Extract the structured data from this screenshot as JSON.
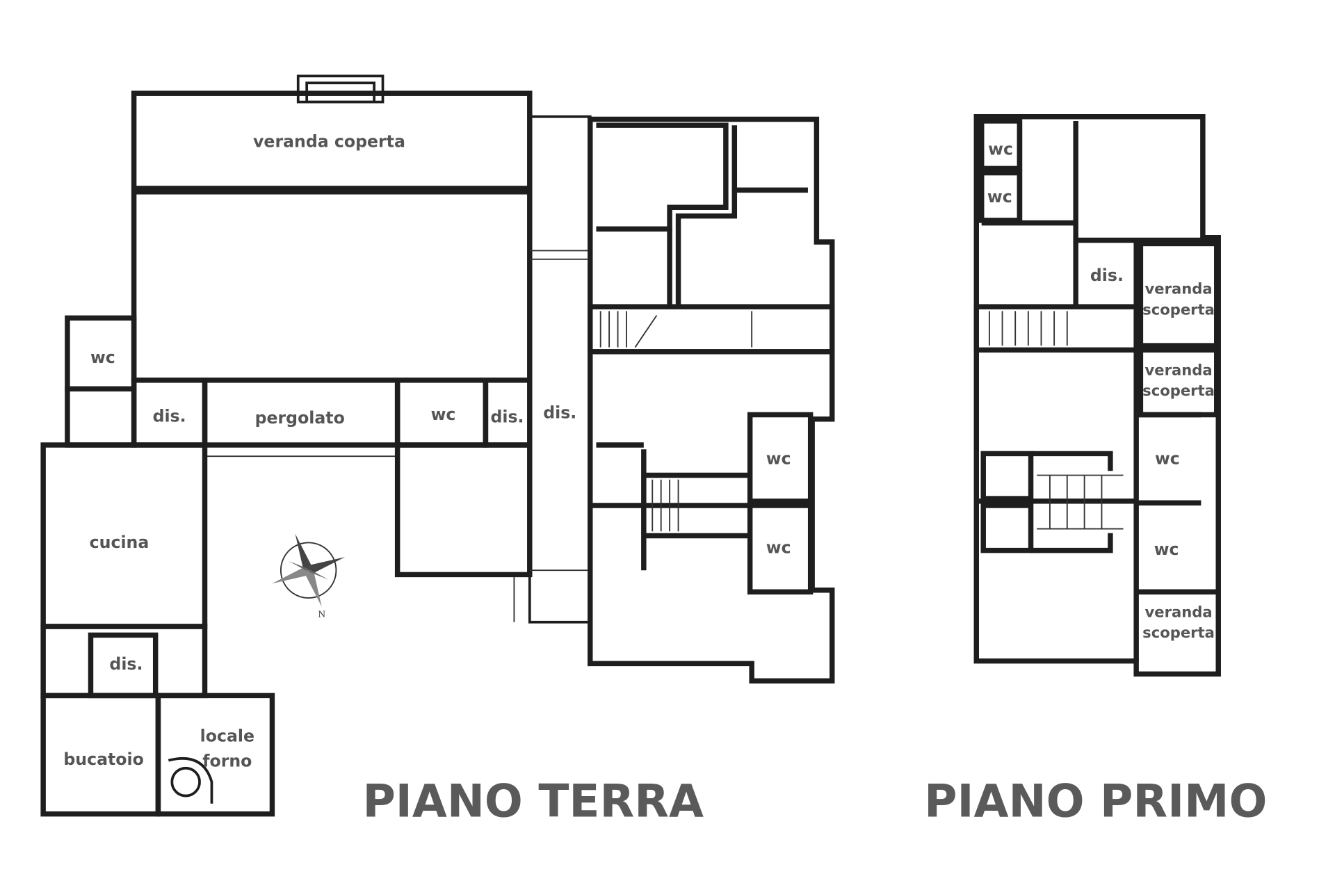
{
  "piano_terra": {
    "title": "PIANO TERRA",
    "rooms": {
      "veranda_coperta": "veranda coperta",
      "wc_left": "wc",
      "dis_1": "dis.",
      "pergolato": "pergolato",
      "wc_mid": "wc",
      "dis_2": "dis.",
      "dis_corridor": "dis.",
      "cucina": "cucina",
      "dis_3": "dis.",
      "bucatoio": "bucatoio",
      "locale_forno_1": "locale",
      "locale_forno_2": "forno",
      "wc_right_1": "wc",
      "wc_right_2": "wc"
    },
    "compass_label": "N"
  },
  "piano_primo": {
    "title": "PIANO PRIMO",
    "rooms": {
      "wc_1": "wc",
      "wc_2": "wc",
      "dis": "dis.",
      "veranda_1a": "veranda",
      "veranda_1b": "scoperta",
      "veranda_2a": "veranda",
      "veranda_2b": "scoperta",
      "wc_3": "wc",
      "wc_4": "wc",
      "veranda_3a": "veranda",
      "veranda_3b": "scoperta"
    }
  }
}
